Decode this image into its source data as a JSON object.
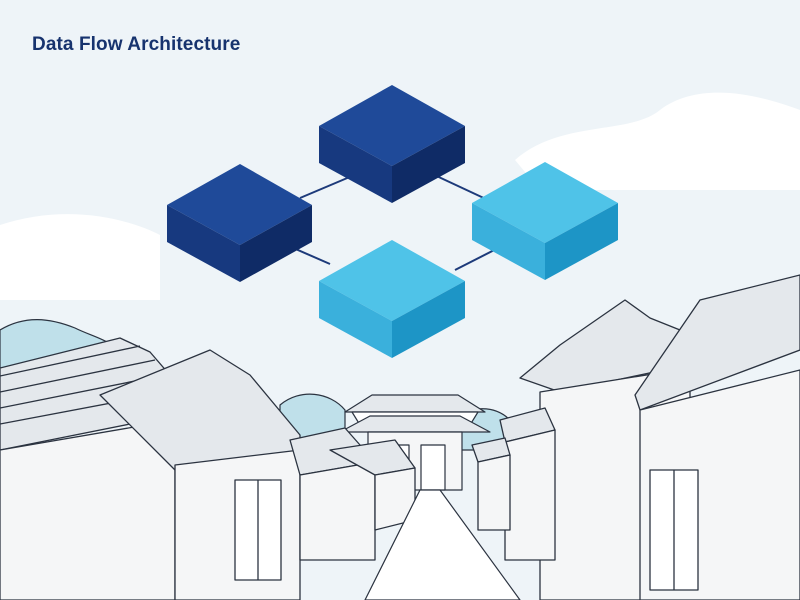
{
  "title": "Data Flow Architecture",
  "colors": {
    "sky": "#eef4f8",
    "cloud": "#ffffff",
    "navy_top": "#1f4a99",
    "navy_left": "#17397f",
    "navy_right": "#0f2b66",
    "cyan_top": "#4fc3e8",
    "cyan_left": "#3ab0dc",
    "cyan_right": "#1d95c6",
    "connector": "#1d3a7a",
    "outline": "#2b3340",
    "wall": "#f5f6f7",
    "roof": "#e4e8ec",
    "tree": "#bfe0ea"
  },
  "diagram": {
    "nodes": [
      {
        "id": "node-top",
        "style": "navy"
      },
      {
        "id": "node-left",
        "style": "navy"
      },
      {
        "id": "node-right",
        "style": "cyan"
      },
      {
        "id": "node-bottom",
        "style": "cyan"
      }
    ],
    "links": [
      {
        "from": "node-left",
        "to": "node-top"
      },
      {
        "from": "node-top",
        "to": "node-right"
      },
      {
        "from": "node-left",
        "to": "node-bottom"
      },
      {
        "from": "node-bottom",
        "to": "node-right"
      }
    ]
  }
}
